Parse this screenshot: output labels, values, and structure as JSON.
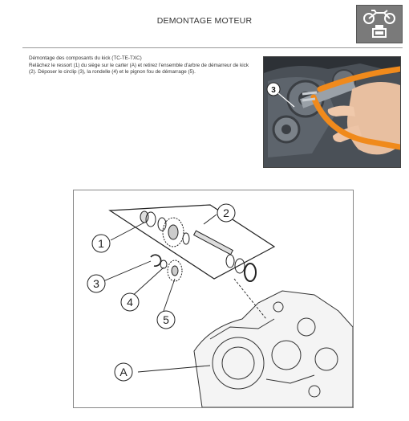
{
  "header": {
    "title": "DEMONTAGE MOTEUR",
    "badge_icon": "motorcycle-engine-icon"
  },
  "content": {
    "heading": "Démontage des composants du kick (TC-TE-TXC)",
    "paragraph": "Relâchez le ressort (1) du siège sur le carter (A) et retirez l'ensemble d'arbre de démarreur de kick (2). Déposer le circlip (3), la rondelle (4) et le pignon fou de démarrage (5)."
  },
  "photo": {
    "callout": "3"
  },
  "diagram": {
    "callouts": {
      "c1": "1",
      "c2": "2",
      "c3": "3",
      "c4": "4",
      "c5": "5",
      "cA": "A"
    }
  },
  "colors": {
    "badge_bg": "#7a7a7a",
    "hose_orange": "#f08a1c",
    "engine_dark": "#2d3136"
  }
}
